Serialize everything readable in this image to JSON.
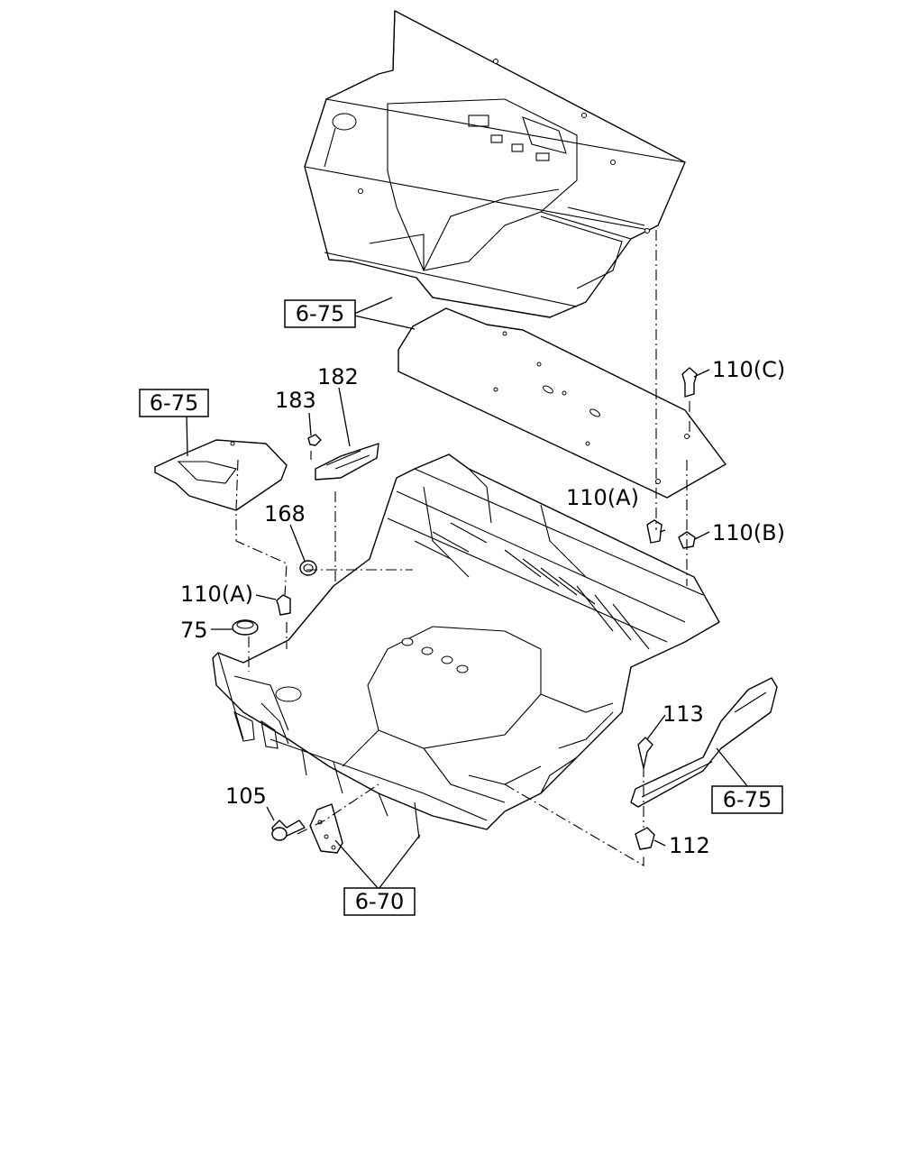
{
  "refs": {
    "r6_75_top": "6-75",
    "r6_75_left": "6-75",
    "r6_75_right": "6-75",
    "r6_70": "6-70"
  },
  "parts": {
    "p182": "182",
    "p183": "183",
    "p168": "168",
    "p110a_left": "110(A)",
    "p110a_right": "110(A)",
    "p110b": "110(B)",
    "p110c": "110(C)",
    "p75": "75",
    "p113": "113",
    "p112": "112",
    "p105": "105"
  }
}
